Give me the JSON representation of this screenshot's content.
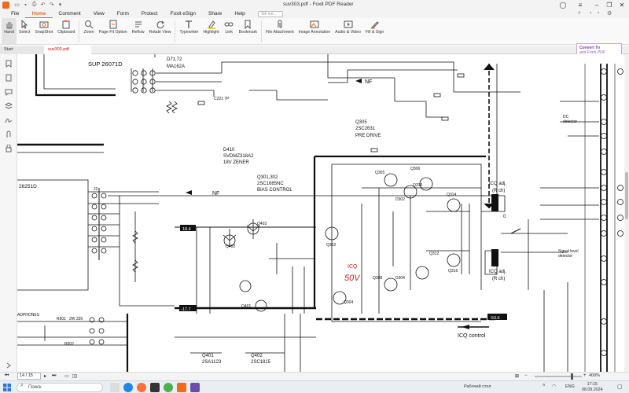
{
  "window": {
    "title": "suv303.pdf - Foxit PDF Reader",
    "colors": {
      "accent": "#f26a1b",
      "annotation": "#d02020",
      "convert": "#7a3ba0"
    }
  },
  "menu": {
    "tabs": [
      "File",
      "Home",
      "Comment",
      "View",
      "Form",
      "Protect",
      "Foxit eSign",
      "Share",
      "Help"
    ],
    "active": "Home",
    "tell_me_placeholder": "Tell me..."
  },
  "ribbon": {
    "buttons": [
      {
        "label": "Hand",
        "icon": "hand-icon"
      },
      {
        "label": "Select",
        "icon": "select-cursor-icon"
      },
      {
        "label": "SnapShot",
        "icon": "camera-icon"
      },
      {
        "label": "Clipboard",
        "icon": "clipboard-icon"
      },
      {
        "label": "Zoom",
        "icon": "zoom-icon"
      },
      {
        "label": "Page Fit Option",
        "icon": "page-fit-icon"
      },
      {
        "label": "Reflow",
        "icon": "reflow-icon"
      },
      {
        "label": "Rotate View",
        "icon": "rotate-icon"
      },
      {
        "label": "Typewriter",
        "icon": "typewriter-icon"
      },
      {
        "label": "Highlight",
        "icon": "highlight-icon"
      },
      {
        "label": "Link",
        "icon": "link-icon"
      },
      {
        "label": "Bookmark",
        "icon": "bookmark-icon"
      },
      {
        "label": "File Attachment",
        "icon": "attachment-icon"
      },
      {
        "label": "Image Annotation",
        "icon": "image-annotation-icon"
      },
      {
        "label": "Audio & Video",
        "icon": "audio-video-icon"
      },
      {
        "label": "Fill & Sign",
        "icon": "fill-sign-icon"
      }
    ]
  },
  "tabs": {
    "start": "Start",
    "file": "suv303.pdf"
  },
  "convert_banner": {
    "line1": "Convert To",
    "line2": "and From PDF"
  },
  "status": {
    "page_field": "14 / 15",
    "zoom": "400%"
  },
  "taskbar": {
    "search": "Поиск",
    "desktop": "Рабочий стол",
    "lang": "ENG",
    "time": "17:15",
    "date": "08.09.2024"
  },
  "schematic": {
    "labels": {
      "sup": "SUP 26071D",
      "d71": "D71,72",
      "ma162": "MA162A",
      "c221": "C221  7P",
      "nf1": "NF",
      "nf2": "NF",
      "q305": "Q305",
      "c2631": "2SC2631",
      "predrive": "PRE DRIVE",
      "d410": "D410",
      "svdmz": "SVDMZ318A2",
      "zener": "18V ZENER",
      "q301": "Q301,302",
      "c1685": "2SC1685NC",
      "bias": "BIAS CONTROL",
      "ic_left": "26251D",
      "dc_det": "DC",
      "dc_det2": "detector",
      "icq_r1": "ICQ adj.",
      "icq_r2": "(R ch)",
      "icq_r3": "ICQ adj.",
      "icq_r4": "(R ch)",
      "signal_level": "Signal level",
      "detector": "detector",
      "icq_control": "ICQ control",
      "annot_icq": "ICQ",
      "annot_50v": "50V",
      "q401": "Q401",
      "a1123": "2SA1123",
      "q402b": "Q402",
      "c1815": "2SC1815",
      "headphones": "ADPHONES",
      "r501": "R501",
      "r501v": "2W 330",
      "r502": "R502",
      "v184": "18.4",
      "v177": "-17.7",
      "v536": "-53.6",
      "q403": "Q403",
      "q402": "Q402",
      "q401s": "Q401",
      "q306": "Q306",
      "q310": "Q310",
      "q314": "Q314",
      "q302": "Q302",
      "q308": "Q308",
      "q304": "Q304",
      "q312": "Q312",
      "q316": "Q316",
      "d302": "D302",
      "d304": "D304",
      "j2": "J2",
      "zero": "0"
    }
  }
}
